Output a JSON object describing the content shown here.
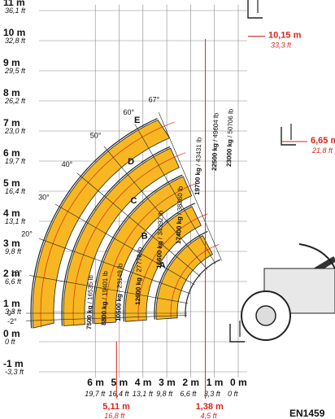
{
  "chart_data": {
    "type": "load chart",
    "standard": "EN1459",
    "y_ticks": [
      {
        "m": "11 m",
        "ft": "36,1 ft",
        "v": 11
      },
      {
        "m": "10 m",
        "ft": "32,8 ft",
        "v": 10
      },
      {
        "m": "9 m",
        "ft": "29,5 ft",
        "v": 9
      },
      {
        "m": "8 m",
        "ft": "26,2 ft",
        "v": 8
      },
      {
        "m": "7 m",
        "ft": "23,0 ft",
        "v": 7
      },
      {
        "m": "6 m",
        "ft": "19,7 ft",
        "v": 6
      },
      {
        "m": "5 m",
        "ft": "16,4 ft",
        "v": 5
      },
      {
        "m": "4 m",
        "ft": "13,1 ft",
        "v": 4
      },
      {
        "m": "3 m",
        "ft": "9,8 ft",
        "v": 3
      },
      {
        "m": "2 m",
        "ft": "6,6 ft",
        "v": 2
      },
      {
        "m": "1 m",
        "ft": "3,3 ft",
        "v": 1
      },
      {
        "m": "0 m",
        "ft": "0 ft",
        "v": 0
      },
      {
        "m": "-1 m",
        "ft": "-3,3 ft",
        "v": -1
      }
    ],
    "x_ticks": [
      {
        "m": "6 m",
        "ft": "19,7 ft",
        "v": 6
      },
      {
        "m": "5 m",
        "ft": "16,4 ft",
        "v": 5
      },
      {
        "m": "4 m",
        "ft": "13,1 ft",
        "v": 4
      },
      {
        "m": "3 m",
        "ft": "9,8 ft",
        "v": 3
      },
      {
        "m": "2 m",
        "ft": "6,6 ft",
        "v": 2
      },
      {
        "m": "1 m",
        "ft": "3,3 ft",
        "v": 1
      },
      {
        "m": "0 m",
        "ft": "0 ft",
        "v": 0
      }
    ],
    "xlim": [
      0,
      6.9
    ],
    "ylim": [
      -1.4,
      11.2
    ],
    "angles": [
      {
        "label": "67°",
        "deg": 67
      },
      {
        "label": "60°",
        "deg": 60
      },
      {
        "label": "50°",
        "deg": 50
      },
      {
        "label": "40°",
        "deg": 40
      },
      {
        "label": "30°",
        "deg": 30
      },
      {
        "label": "20°",
        "deg": 20
      },
      {
        "label": "10°",
        "deg": 10
      },
      {
        "label": "0°",
        "deg": 0
      },
      {
        "label": "-2°",
        "deg": -2
      }
    ],
    "extension_zones": [
      "A",
      "B",
      "C",
      "D",
      "E"
    ],
    "loads": [
      {
        "kg": "7500 kg",
        "lb": "16535 lb"
      },
      {
        "kg": "8800 kg",
        "lb": "19401 lb"
      },
      {
        "kg": "10500 kg",
        "lb": "23149 lb"
      },
      {
        "kg": "12600 kg",
        "lb": "27778 lb"
      },
      {
        "kg": "15600 kg",
        "lb": "34392 lb"
      },
      {
        "kg": "17400 kg",
        "lb": "38360 lb"
      },
      {
        "kg": "19700 kg",
        "lb": "43431 lb"
      },
      {
        "kg": "22500 kg",
        "lb": "49604 lb"
      },
      {
        "kg": "23000 kg",
        "lb": "50706 lb"
      }
    ],
    "max_height_retracted": {
      "m": "6,65 m",
      "ft": "21,8 ft",
      "v": 6.65
    },
    "max_height_extended": {
      "m": "10,15 m",
      "ft": "33,3 ft",
      "v": 10.15
    },
    "max_reach": {
      "m": "5,11 m",
      "ft": "16,8 ft",
      "v": 5.11
    },
    "reach_at_max_height": {
      "m": "1,38 m",
      "ft": "4,5 ft",
      "v": 1.38
    },
    "colors": {
      "zone": "#f6b722",
      "line": "#222222",
      "red": "#d9251c",
      "grid": "#888888"
    }
  }
}
